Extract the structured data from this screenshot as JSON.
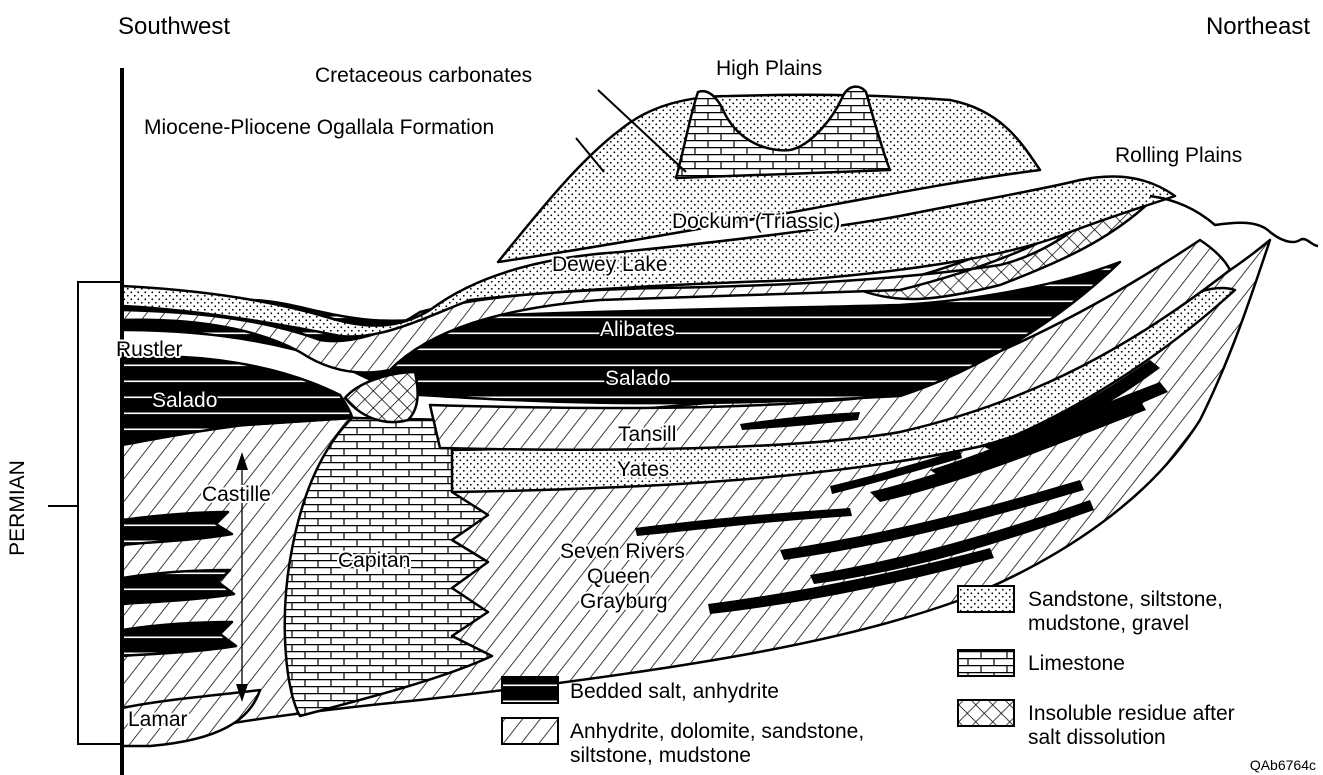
{
  "direction": {
    "left": "Southwest",
    "right": "Northeast"
  },
  "period_label": "PERMIAN",
  "physiography": {
    "high_plains": "High Plains",
    "rolling_plains": "Rolling Plains"
  },
  "callouts": {
    "cretaceous": "Cretaceous carbonates",
    "ogallala": "Miocene-Pliocene Ogallala Formation"
  },
  "units": {
    "dockum": "Dockum (Triassic)",
    "dewey_lake": "Dewey Lake",
    "alibates": "Alibates",
    "salado_east": "Salado",
    "salado_west": "Salado",
    "rustler": "Rustler",
    "tansill": "Tansill",
    "yates": "Yates",
    "castille": "Castille",
    "capitan": "Capitan",
    "seven_rivers": "Seven Rivers",
    "queen": "Queen",
    "grayburg": "Grayburg",
    "lamar": "Lamar"
  },
  "legend": [
    {
      "key": "sandstone",
      "line1": "Sandstone, siltstone,",
      "line2": "mudstone, gravel"
    },
    {
      "key": "limestone",
      "line1": "Limestone",
      "line2": ""
    },
    {
      "key": "residue",
      "line1": "Insoluble residue after",
      "line2": "salt dissolution"
    },
    {
      "key": "salt",
      "line1": "Bedded salt, anhydrite",
      "line2": ""
    },
    {
      "key": "anhydrite",
      "line1": "Anhydrite, dolomite, sandstone,",
      "line2": "siltstone, mudstone"
    }
  ],
  "figure_id": "QAb6764c",
  "colors": {
    "ink": "#000000",
    "paper": "#ffffff"
  }
}
